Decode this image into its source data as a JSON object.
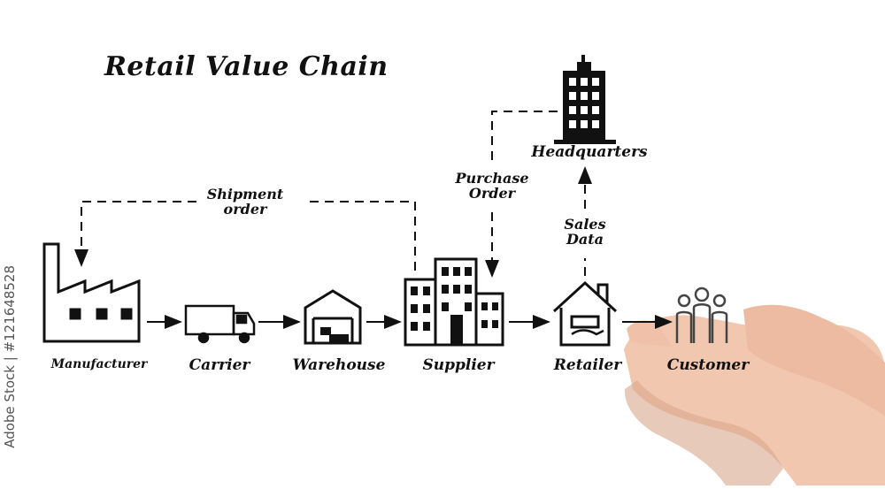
{
  "title": "Retail Value Chain",
  "watermark": "Adobe Stock | #121648528",
  "nodes": {
    "manufacturer": "Manufacturer",
    "carrier": "Carrier",
    "warehouse": "Warehouse",
    "supplier": "Supplier",
    "retailer": "Retailer",
    "customer": "Customer",
    "headquarters": "Headquarters"
  },
  "edges": {
    "shipment_order": [
      "Shipment",
      "order"
    ],
    "purchase_order": [
      "Purchase",
      "Order"
    ],
    "sales_data": [
      "Sales",
      "Data"
    ]
  },
  "colors": {
    "ink": "#111111",
    "skin": "#f2c7b0",
    "skin_shadow": "#d9a68c",
    "customer_icon": "#444444"
  }
}
